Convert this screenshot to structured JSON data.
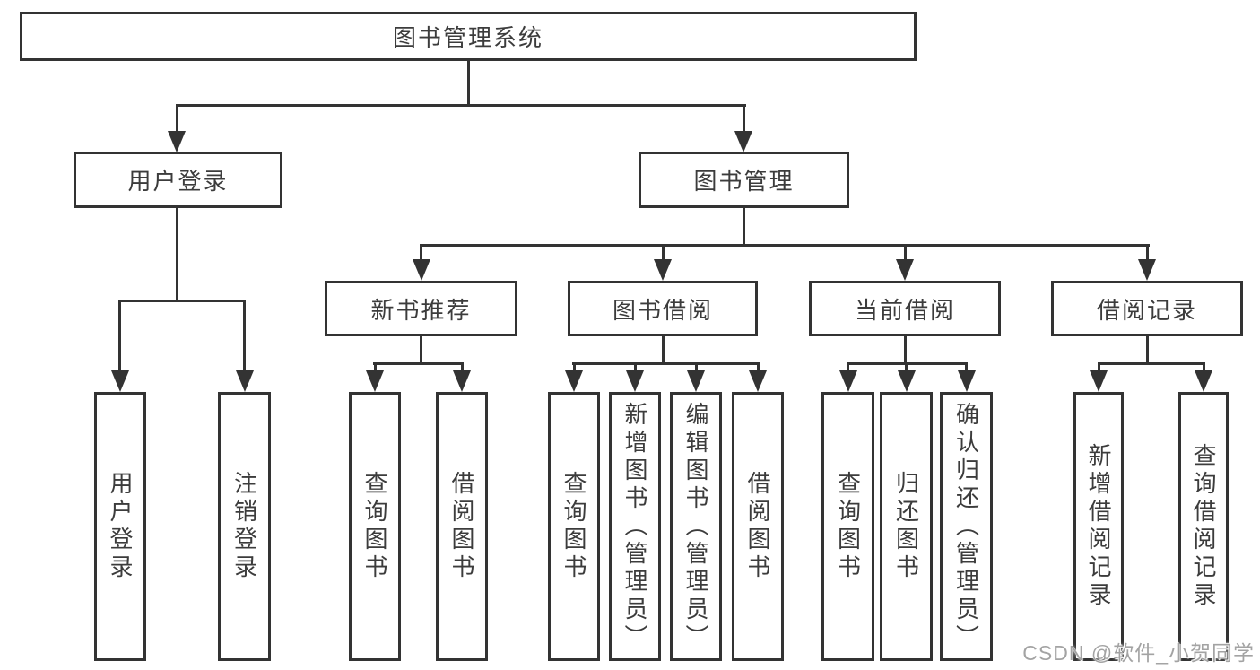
{
  "colors": {
    "line": "#333333",
    "text": "#3c3c3c",
    "background": "#ffffff",
    "watermark": "#a3a3a3"
  },
  "nodes": {
    "root": "图书管理系统",
    "user_login": "用户登录",
    "book_mgmt": "图书管理",
    "new_book_rec": "新书推荐",
    "book_borrow": "图书借阅",
    "current_borrow": "当前借阅",
    "borrow_records": "借阅记录",
    "leaves": {
      "user_login": "用户登录",
      "logout": "注销登录",
      "rec_query_books": "查询图书",
      "rec_borrow_books": "借阅图书",
      "bb_query_books": "查询图书",
      "bb_add_books": "新增图书（管理员）",
      "bb_edit_books": "编辑图书（管理员）",
      "bb_borrow_books": "借阅图书",
      "cb_query_books": "查询图书",
      "cb_return_books": "归还图书",
      "cb_confirm_return": "确认归还（管理员）",
      "br_add_record": "新增借阅记录",
      "br_query_record": "查询借阅记录"
    }
  },
  "watermark": {
    "text": "CSDN @软件_小贺同学"
  }
}
